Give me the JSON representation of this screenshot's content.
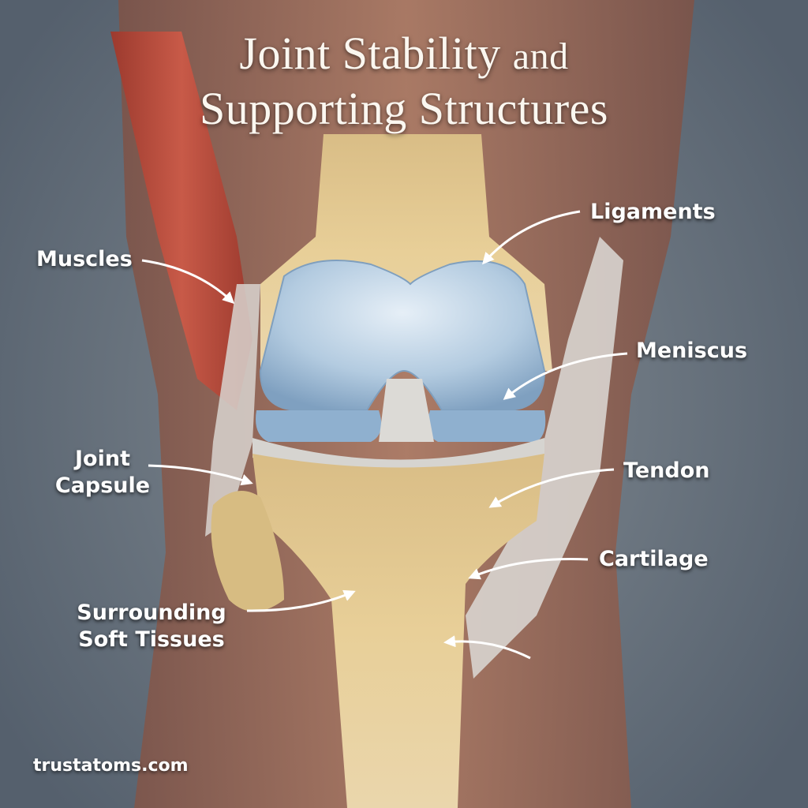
{
  "title": {
    "line1_main": "Joint Stability",
    "line1_small": "and",
    "line2": "Supporting Structures"
  },
  "labels": {
    "muscles": "Muscles",
    "ligaments": "Ligaments",
    "meniscus": "Meniscus",
    "joint_capsule_line1": "Joint",
    "joint_capsule_line2": "Capsule",
    "tendon": "Tendon",
    "cartilage": "Cartilage",
    "soft_tissues_line1": "Surrounding",
    "soft_tissues_line2": "Soft Tissues"
  },
  "watermark": "trustatoms.com",
  "colors": {
    "background": "#66717d",
    "skin": "#a8705a",
    "muscle": "#b5483a",
    "bone": "#e3c98e",
    "cartilage_blue": "#a9c4dc",
    "ligament_white": "#dcdad6",
    "label_text": "#ffffff"
  }
}
